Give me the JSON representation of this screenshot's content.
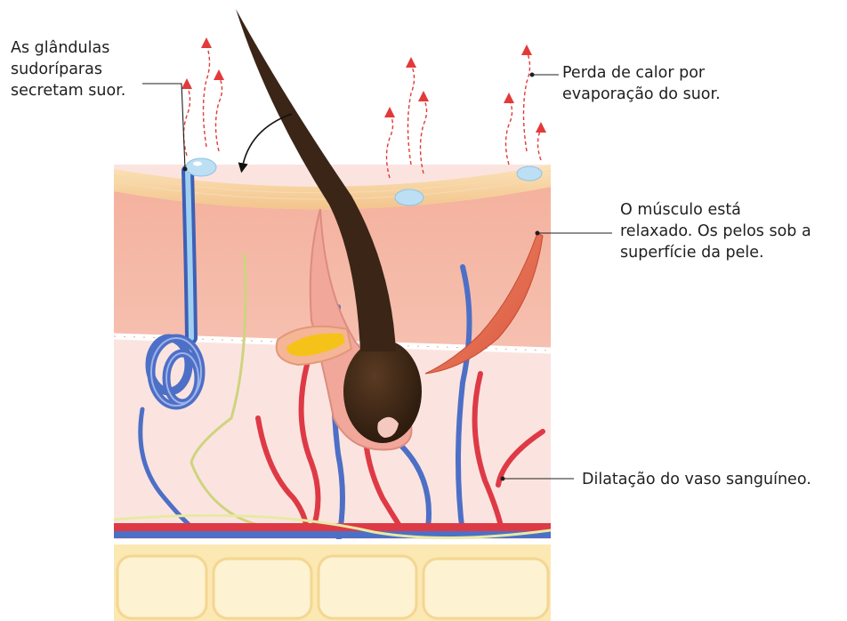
{
  "labels": {
    "sweat_glands": [
      "As glândulas",
      "sudoríparas",
      "secretam suor."
    ],
    "heat_loss": [
      "Perda de calor por",
      "evaporação do suor."
    ],
    "muscle": [
      "O músculo está",
      "relaxado. Os pelos sob a",
      "superfície da pele."
    ],
    "vessel": [
      "Dilatação do vaso sanguíneo."
    ]
  },
  "colors": {
    "epidermis": "#f8d5a3",
    "dermis_upper": "#f3b3a0",
    "dermis_lower": "#fbe4df",
    "fat": "#fbe8b2",
    "hair": "#3a2516",
    "artery": "#de3a46",
    "vein": "#4d6fc6",
    "nerve": "#cfd380",
    "heat_arrow": "#e23a3a",
    "muscle": "#e0674a",
    "sweat_drop": "#bcdff3"
  }
}
